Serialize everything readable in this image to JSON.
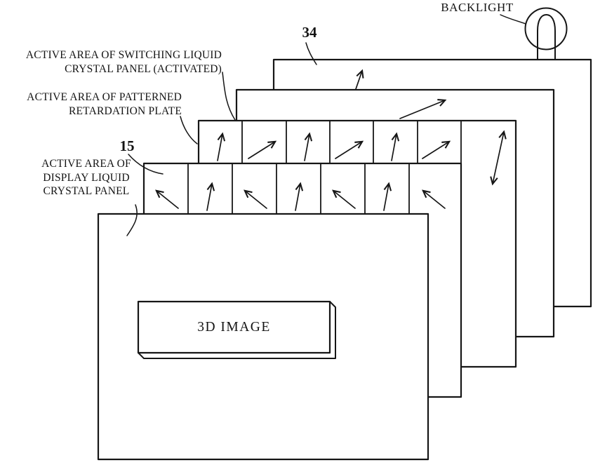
{
  "figure": {
    "ink_color": "#161616",
    "background_color": "#ffffff"
  },
  "annotations": {
    "backlight_label": "BACKLIGHT",
    "reference_34": "34",
    "reference_15": "15",
    "switching_panel_label": "ACTIVE AREA OF SWITCHING LIQUID\nCRYSTAL PANEL (ACTIVATED)",
    "retardation_plate_label": "ACTIVE AREA OF PATTERNED\nRETARDATION PLATE",
    "display_panel_label": "ACTIVE AREA OF\nDISPLAY LIQUID\nCRYSTAL PANEL",
    "image_label": "3D IMAGE"
  }
}
